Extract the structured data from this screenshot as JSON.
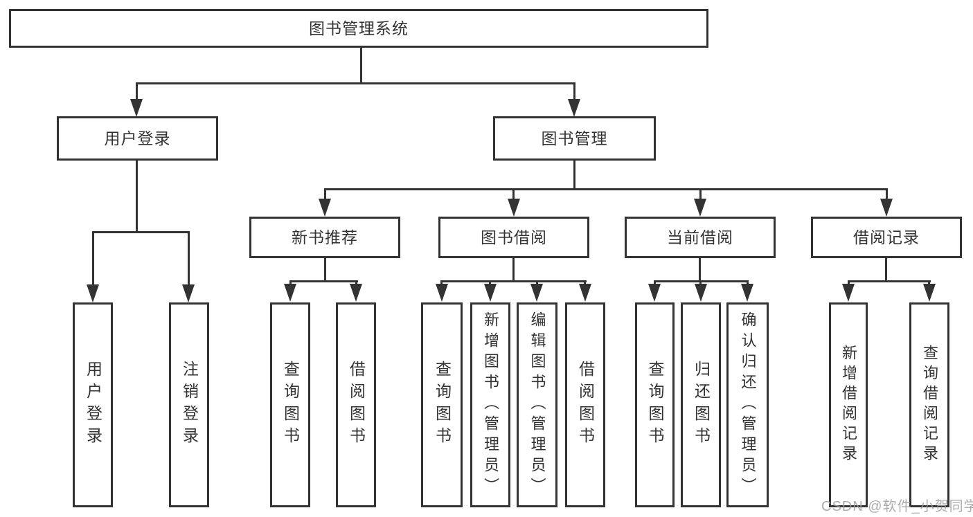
{
  "nodes": {
    "root": "图书管理系统",
    "user_login": "用户登录",
    "book_mgmt": "图书管理",
    "new_book_rec": "新书推荐",
    "book_borrow": "图书借阅",
    "current_borrow": "当前借阅",
    "borrow_records": "借阅记录",
    "user_login_child": "用户登录",
    "logout_child": "注销登录",
    "rec_query": "查询图书",
    "rec_borrow": "借阅图书",
    "bb_query": "查询图书",
    "bb_add": "新增图书（管理员）",
    "bb_edit": "编辑图书（管理员）",
    "bb_borrow": "借阅图书",
    "cb_query": "查询图书",
    "cb_return": "归还图书",
    "cb_confirm": "确认归还（管理员）",
    "br_add": "新增借阅记录",
    "br_query": "查询借阅记录"
  },
  "hierarchy": [
    {
      "parent": "图书管理系统",
      "children": [
        "用户登录",
        "图书管理"
      ]
    },
    {
      "parent": "用户登录",
      "children": [
        "用户登录",
        "注销登录"
      ]
    },
    {
      "parent": "图书管理",
      "children": [
        "新书推荐",
        "图书借阅",
        "当前借阅",
        "借阅记录"
      ]
    },
    {
      "parent": "新书推荐",
      "children": [
        "查询图书",
        "借阅图书"
      ]
    },
    {
      "parent": "图书借阅",
      "children": [
        "查询图书",
        "新增图书（管理员）",
        "编辑图书（管理员）",
        "借阅图书"
      ]
    },
    {
      "parent": "当前借阅",
      "children": [
        "查询图书",
        "归还图书",
        "确认归还（管理员）"
      ]
    },
    {
      "parent": "借阅记录",
      "children": [
        "新增借阅记录",
        "查询借阅记录"
      ]
    }
  ],
  "watermark": "CSDN @软件_小贺同学",
  "colors": {
    "line": "#333333",
    "text": "#333333",
    "box_background": "#ffffff",
    "page_background": "#ffffff",
    "watermark": "#9e9e9e"
  }
}
